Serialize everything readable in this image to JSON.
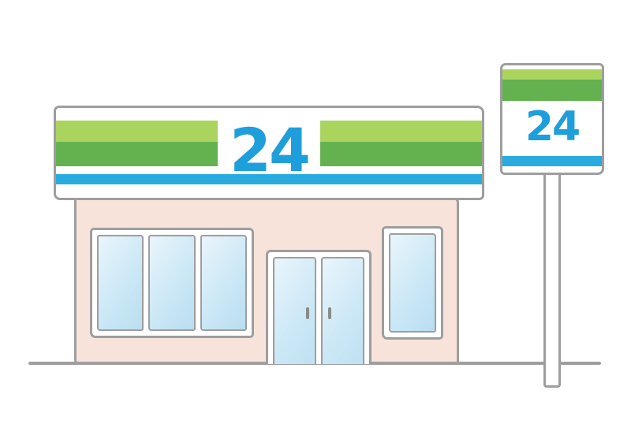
{
  "illustration": {
    "title": "24-hour convenience store illustration",
    "storefront": {
      "sign_text": "24"
    },
    "pole_sign": {
      "sign_text": "24"
    },
    "colors": {
      "light_green": "#abd45f",
      "dark_green": "#63b24f",
      "brand_blue": "#2aabdf",
      "sign_text_blue": "#1e9fdc",
      "wall_pink": "#f7e3da",
      "window_blue": "#cce8f6",
      "window_blue_light": "#e9f5fc",
      "outline_gray": "#9e9e9e",
      "handle_gray": "#8a8a8a"
    }
  }
}
